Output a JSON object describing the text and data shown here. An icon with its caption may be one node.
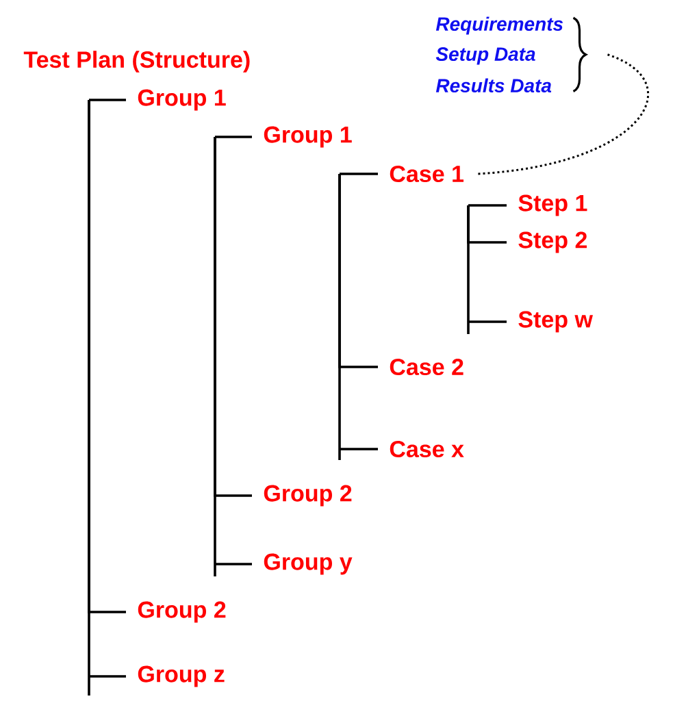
{
  "diagram": {
    "nodes": [
      {
        "text": [
          "Requirements",
          "Setup Data",
          "Results Data"
        ]
      },
      {
        "text": [
          "Test Plan (Structure)"
        ]
      },
      {
        "text": [
          "Group 1"
        ]
      },
      {
        "text": [
          "Group 1"
        ]
      },
      {
        "text": [
          "Case 1"
        ]
      },
      {
        "text": [
          "Step 1"
        ]
      },
      {
        "text": [
          "Step 2"
        ]
      },
      {
        "text": [
          "Step w"
        ]
      },
      {
        "text": [
          "Case 2"
        ]
      },
      {
        "text": [
          "Case x"
        ]
      },
      {
        "text": [
          "Group 2"
        ]
      },
      {
        "text": [
          "Group y"
        ]
      },
      {
        "text": [
          "Group 2"
        ]
      },
      {
        "text": [
          "Group z"
        ]
      }
    ],
    "edges": [
      {
        "from": 1,
        "to": 2,
        "arrow": "none"
      },
      {
        "from": 2,
        "to": 3,
        "arrow": "none"
      },
      {
        "from": 3,
        "to": 4,
        "arrow": "none"
      },
      {
        "from": 4,
        "to": 5,
        "arrow": "none"
      },
      {
        "from": 4,
        "to": 6,
        "arrow": "none"
      },
      {
        "from": 4,
        "to": 7,
        "arrow": "none"
      },
      {
        "from": 3,
        "to": 8,
        "arrow": "none"
      },
      {
        "from": 3,
        "to": 9,
        "arrow": "none"
      },
      {
        "from": 2,
        "to": 10,
        "arrow": "none"
      },
      {
        "from": 2,
        "to": 11,
        "arrow": "none"
      },
      {
        "from": 1,
        "to": 12,
        "arrow": "none"
      },
      {
        "from": 1,
        "to": 13,
        "arrow": "none"
      },
      {
        "from": 4,
        "to": 0,
        "arrow": "none",
        "style": "dashed"
      }
    ]
  }
}
